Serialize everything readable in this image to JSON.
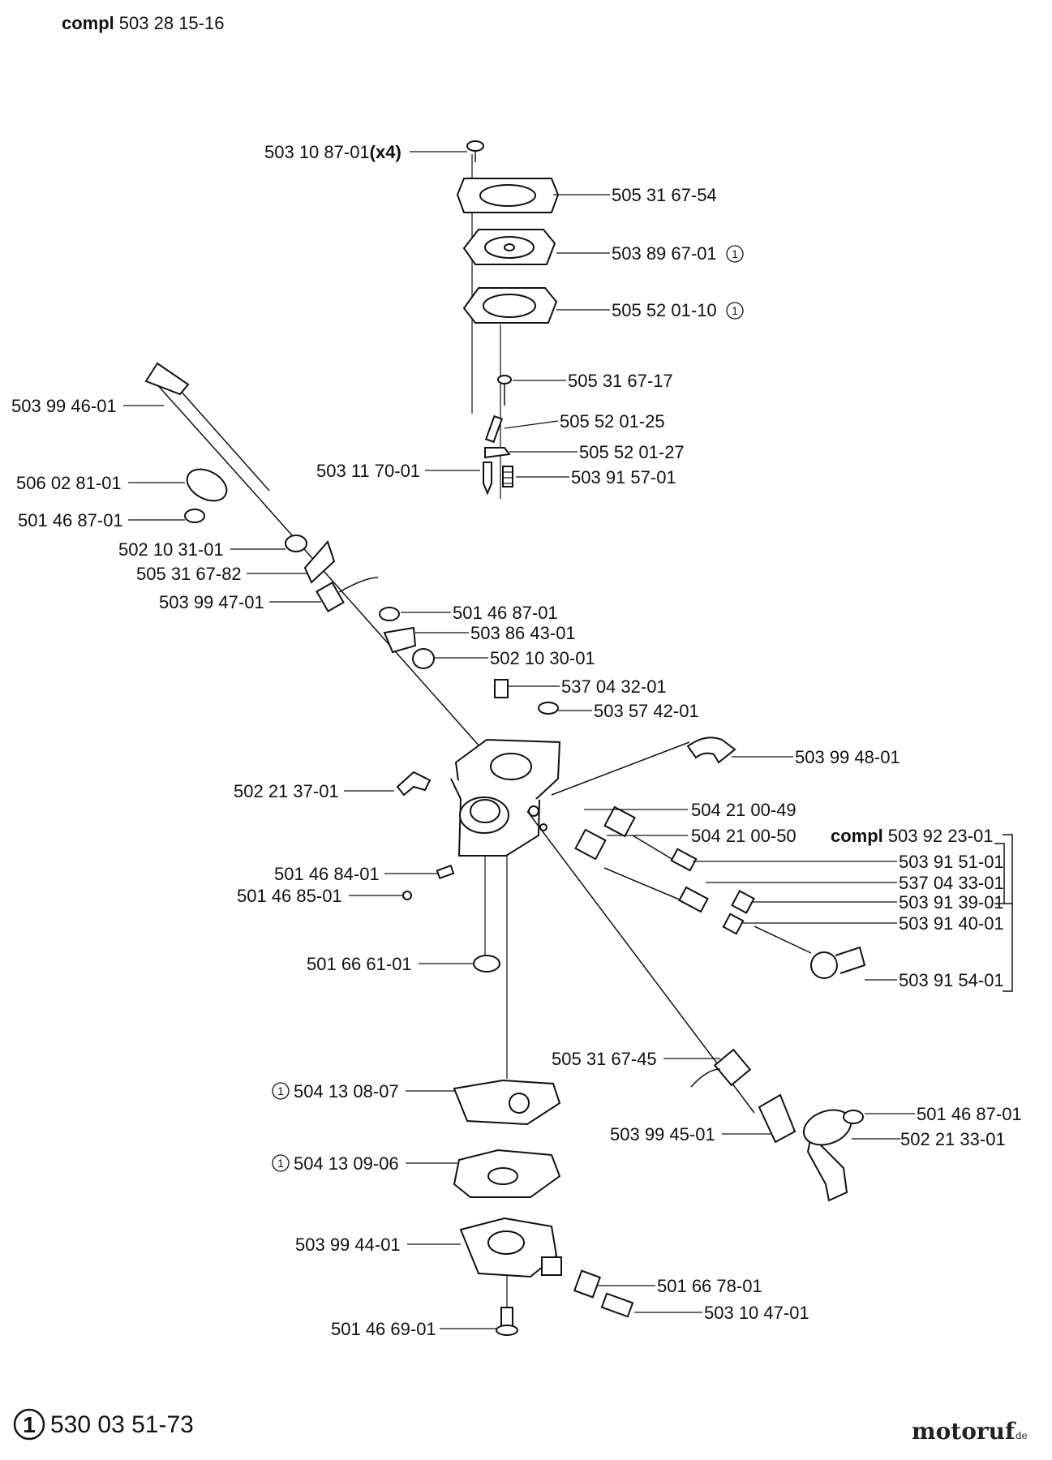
{
  "header": {
    "compl_word": "compl",
    "assembly_number": "503 28 15-16"
  },
  "sub_assembly": {
    "compl_word": "compl",
    "number": "503 92 23-01"
  },
  "labels": {
    "p1": "503 10 87-01",
    "p1_suffix": "(x4)",
    "p2": "505 31 67-54",
    "p3": "503 89 67-01",
    "p4": "505 52 01-10",
    "p5": "505 31 67-17",
    "p6": "505 52 01-25",
    "p7": "505 52 01-27",
    "p8": "503 11 70-01",
    "p9": "503 91 57-01",
    "p10": "503 99 46-01",
    "p11": "506 02 81-01",
    "p12": "501 46 87-01",
    "p13": "502 10 31-01",
    "p14": "505 31 67-82",
    "p15": "503 99 47-01",
    "p16": "501 46 87-01",
    "p17": "503 86 43-01",
    "p18": "502 10 30-01",
    "p19": "537 04 32-01",
    "p20": "503 57 42-01",
    "p21": "503 99 48-01",
    "p22": "502 21 37-01",
    "p23": "504 21 00-49",
    "p24": "504 21 00-50",
    "p25": "503 91 51-01",
    "p26": "537 04 33-01",
    "p27": "503 91 39-01",
    "p28": "503 91 40-01",
    "p29": "503 91 54-01",
    "p30": "501 46 84-01",
    "p31": "501 46 85-01",
    "p32": "501 66 61-01",
    "p33": "505 31 67-45",
    "p34": "504 13 08-07",
    "p35": "503 99 45-01",
    "p36": "501 46 87-01",
    "p37": "502 21 33-01",
    "p38": "504 13 09-06",
    "p39": "503 99 44-01",
    "p40": "501 66 78-01",
    "p41": "503 10 47-01",
    "p42": "501 46 69-01"
  },
  "kit_marker": "1",
  "footer": {
    "kit_marker": "1",
    "kit_number": "530 03 51-73"
  },
  "watermark": {
    "text": "motoruf",
    "suffix": ".de"
  }
}
